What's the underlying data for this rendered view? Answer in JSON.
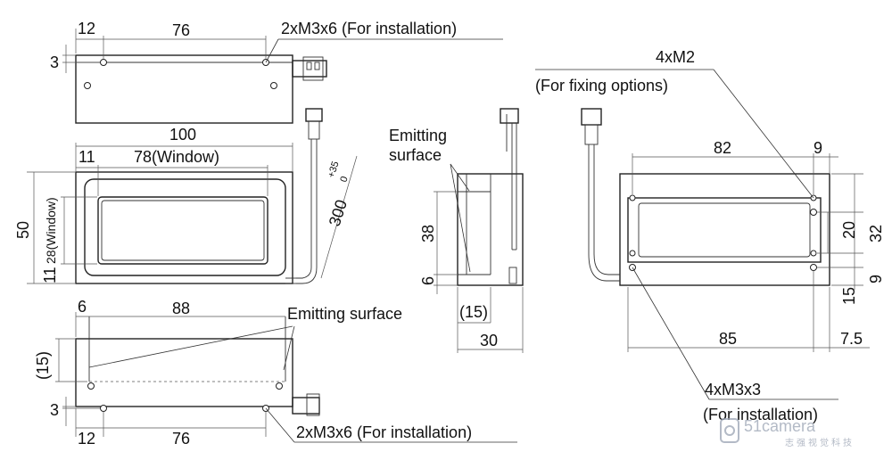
{
  "top_view": {
    "dim_left_offset": "12",
    "dim_hole_spacing": "76",
    "dim_vertical_offset": "3",
    "hole_callout": "2xM3x6 (For installation)"
  },
  "front_view": {
    "dim_total_width": "100",
    "dim_window_offset": "11",
    "dim_window_width": "78(Window)",
    "dim_height": "50",
    "dim_window_height": "28(Window)",
    "dim_bottom_offset": "11",
    "dim_window_height_left": "28",
    "dim_cable_length": "300",
    "dim_tol_upper": "+35",
    "dim_tol_lower": "0"
  },
  "bottom_view": {
    "dim_left_offset": "6",
    "dim_emitting_width": "88",
    "emitting_surface_label": "Emitting surface",
    "dim_depth": "(15)",
    "dim_vertical_offset": "3",
    "dim_hole_left": "12",
    "dim_hole_spacing": "76",
    "hole_callout": "2xM3x6 (For installation)"
  },
  "side_view": {
    "emitting_label_line1": "Emitting",
    "emitting_label_line2": "surface",
    "dim_height": "38",
    "dim_bottom": "6",
    "dim_depth_emitting": "(15)",
    "dim_total_depth": "30"
  },
  "rear_view": {
    "fixing_callout_line1": "4xM2",
    "fixing_callout_line2": "(For fixing options)",
    "dim_hole_spacing_top": "82",
    "dim_right_offset_top": "9",
    "dim_vertical_20": "20",
    "dim_vertical_32": "32",
    "dim_vertical_15": "15",
    "dim_vertical_9": "9",
    "dim_hole_spacing_bottom": "85",
    "dim_right_offset_bottom": "7.5",
    "install_callout_line1": "4xM3x3",
    "install_callout_line2": "(For installation)"
  },
  "watermark": {
    "brand": "51camera",
    "tagline": "志强视觉科技"
  }
}
